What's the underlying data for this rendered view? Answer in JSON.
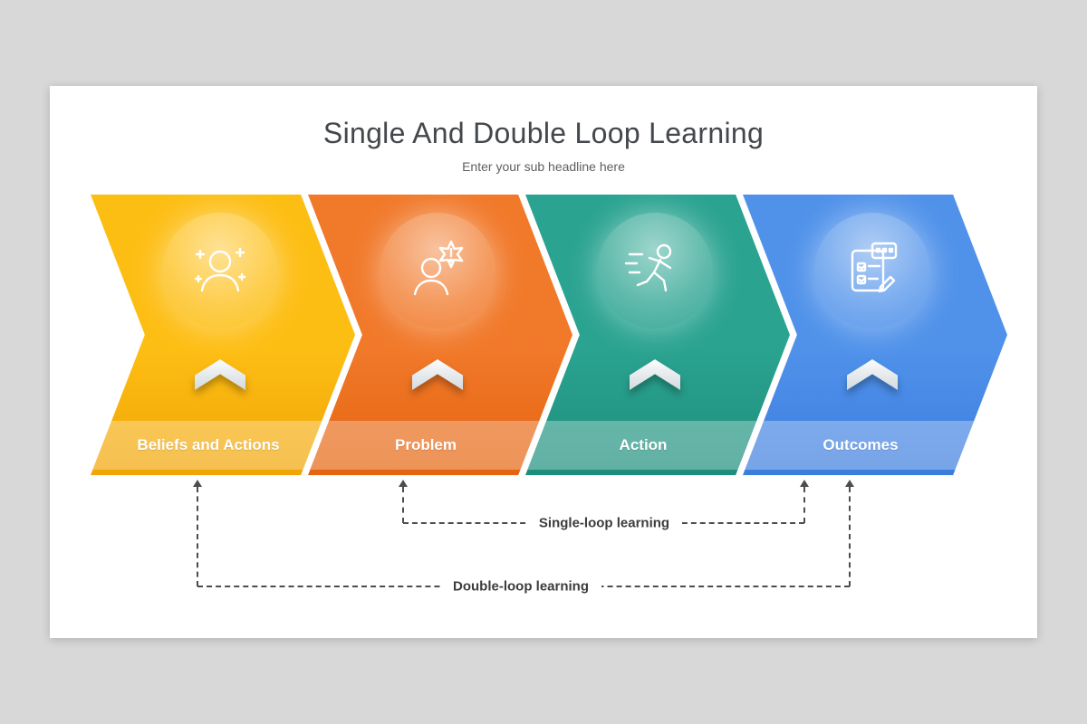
{
  "slide": {
    "title": "Single And Double Loop Learning",
    "subtitle": "Enter your sub headline here"
  },
  "stages": [
    {
      "label": "Beliefs and Actions",
      "color": "#FDBE14",
      "color_dark": "#F1A406",
      "icon": "person-believing-icon"
    },
    {
      "label": "Problem",
      "color": "#F1792A",
      "color_dark": "#E4640F",
      "icon": "person-problem-icon"
    },
    {
      "label": "Action",
      "color": "#2AA390",
      "color_dark": "#1E8E7C",
      "icon": "person-running-icon"
    },
    {
      "label": "Outcomes",
      "color": "#5092EA",
      "color_dark": "#3B7DDE",
      "icon": "checklist-icon"
    }
  ],
  "loops": [
    {
      "label": "Single-loop learning"
    },
    {
      "label": "Double-loop learning"
    }
  ],
  "line_color": "#4d4d4d"
}
